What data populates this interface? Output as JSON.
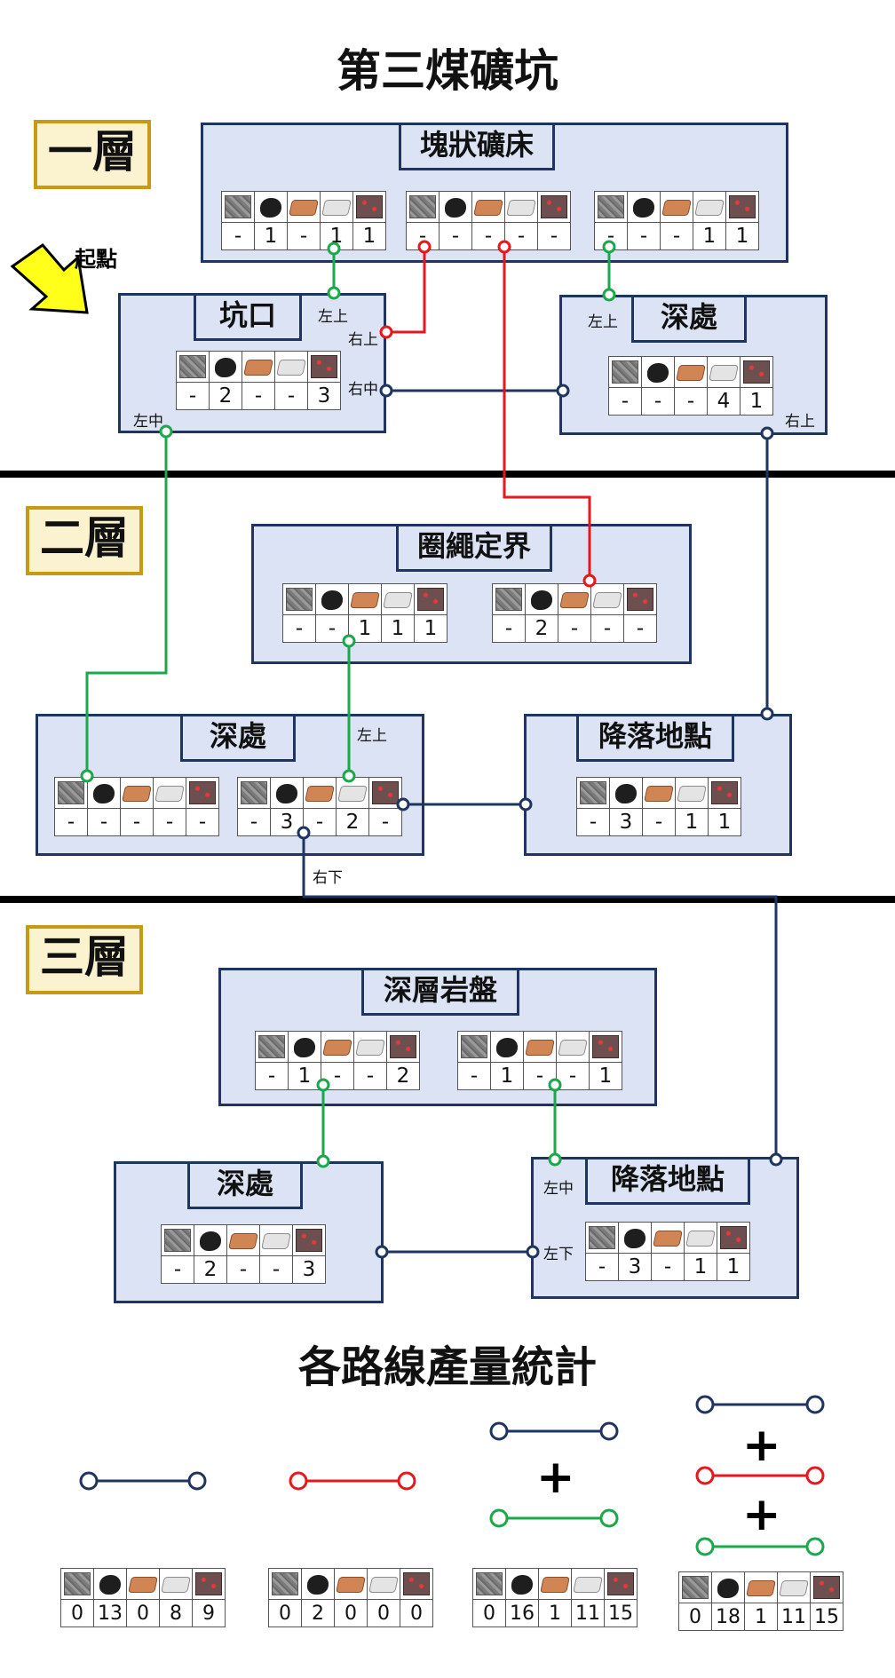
{
  "title": "第三煤礦坑",
  "start_label": "起點",
  "floors": {
    "f1": "一層",
    "f2": "二層",
    "f3": "三層"
  },
  "rooms": {
    "ore_bed": {
      "name": "塊狀礦床",
      "tables": [
        [
          "-",
          "1",
          "-",
          "1",
          "1"
        ],
        [
          "-",
          "-",
          "-",
          "-",
          "-"
        ],
        [
          "-",
          "-",
          "-",
          "1",
          "1"
        ]
      ]
    },
    "pit_entrance": {
      "name": "坑口",
      "tables": [
        [
          "-",
          "2",
          "-",
          "-",
          "3"
        ]
      ]
    },
    "f1_deep": {
      "name": "深處",
      "tables": [
        [
          "-",
          "-",
          "-",
          "4",
          "1"
        ]
      ]
    },
    "rope_bound": {
      "name": "圈繩定界",
      "tables": [
        [
          "-",
          "-",
          "1",
          "1",
          "1"
        ],
        [
          "-",
          "2",
          "-",
          "-",
          "-"
        ]
      ]
    },
    "f2_deep": {
      "name": "深處",
      "tables": [
        [
          "-",
          "-",
          "-",
          "-",
          "-"
        ],
        [
          "-",
          "3",
          "-",
          "2",
          "-"
        ]
      ]
    },
    "f2_landing": {
      "name": "降落地點",
      "tables": [
        [
          "-",
          "3",
          "-",
          "1",
          "1"
        ]
      ]
    },
    "bedrock": {
      "name": "深層岩盤",
      "tables": [
        [
          "-",
          "1",
          "-",
          "-",
          "2"
        ],
        [
          "-",
          "1",
          "-",
          "-",
          "1"
        ]
      ]
    },
    "f3_deep": {
      "name": "深處",
      "tables": [
        [
          "-",
          "2",
          "-",
          "-",
          "3"
        ]
      ]
    },
    "f3_landing": {
      "name": "降落地點",
      "tables": [
        [
          "-",
          "3",
          "-",
          "1",
          "1"
        ]
      ]
    }
  },
  "positions": {
    "left_top": "左上",
    "right_top": "右上",
    "right_mid": "右中",
    "left_mid": "左中",
    "right_bottom": "右下",
    "left_bottom": "左下"
  },
  "stats": {
    "title": "各路線產量統計",
    "plus": "+",
    "totals": [
      [
        "0",
        "13",
        "0",
        "8",
        "9"
      ],
      [
        "0",
        "2",
        "0",
        "0",
        "0"
      ],
      [
        "0",
        "16",
        "1",
        "11",
        "15"
      ],
      [
        "0",
        "18",
        "1",
        "11",
        "15"
      ]
    ]
  },
  "ore_icons": [
    "stone-icon",
    "coal-icon",
    "copper-icon",
    "iron-icon",
    "redstone-icon"
  ],
  "colors": {
    "navy_route": "#1f355f",
    "red_route": "#e8171b",
    "green_route": "#1aa84a",
    "room_fill": "#dbe3f4",
    "floor_label_border": "#c79a16"
  }
}
